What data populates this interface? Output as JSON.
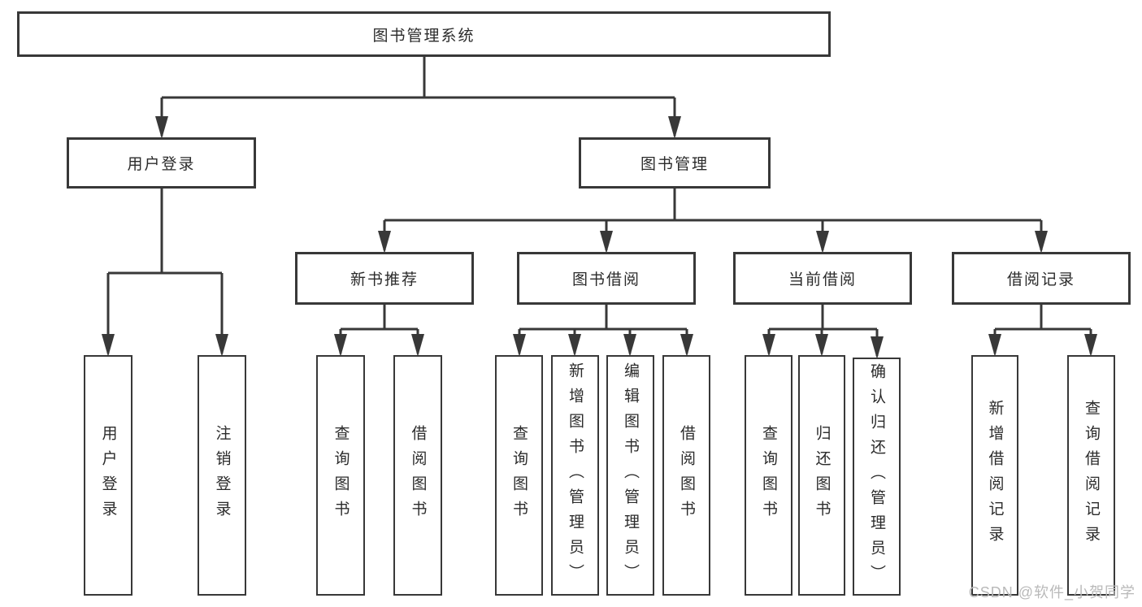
{
  "diagram": {
    "root": {
      "label": "图书管理系统"
    },
    "level2": [
      {
        "label": "用户登录"
      },
      {
        "label": "图书管理"
      }
    ],
    "level3": [
      {
        "label": "新书推荐"
      },
      {
        "label": "图书借阅"
      },
      {
        "label": "当前借阅"
      },
      {
        "label": "借阅记录"
      }
    ],
    "leaves": {
      "user_login": [
        "用户登录",
        "注销登录"
      ],
      "new_book": [
        "查询图书",
        "借阅图书"
      ],
      "borrow": [
        "查询图书",
        "新增图书（管理员）",
        "编辑图书（管理员）",
        "借阅图书"
      ],
      "current": [
        "查询图书",
        "归还图书",
        "确认归还（管理员）"
      ],
      "records": [
        "新增借阅记录",
        "查询借阅记录"
      ]
    },
    "colors": {
      "line": "#383838",
      "text": "#2b2b2b",
      "background": "#ffffff",
      "watermark": "#b9b9b9"
    },
    "watermark": "CSDN @软件_小贺同学"
  }
}
